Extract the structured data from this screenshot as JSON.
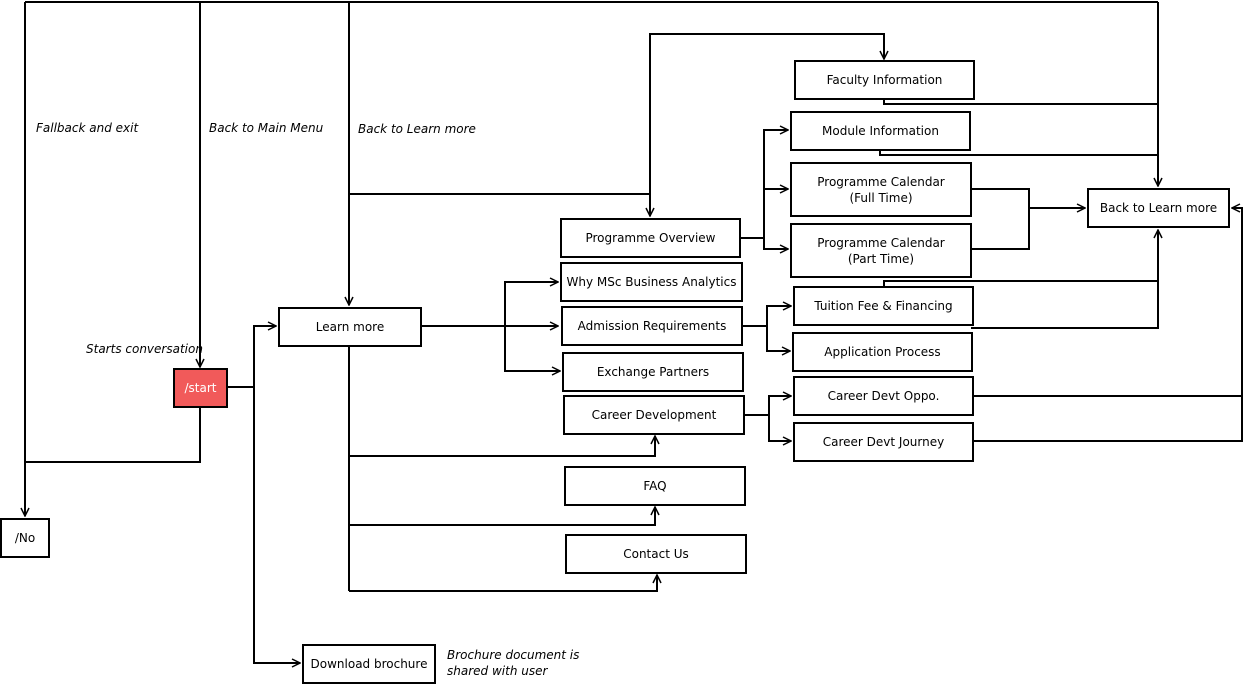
{
  "colors": {
    "start_fill": "#f15a5a",
    "line": "#000000"
  },
  "nodes": {
    "start": "/start",
    "no": "/No",
    "learn_more": "Learn more",
    "download_brochure": "Download brochure",
    "programme_overview": "Programme Overview",
    "why_msc": "Why MSc Business Analytics",
    "admission": "Admission Requirements",
    "exchange": "Exchange Partners",
    "career_dev": "Career Development",
    "faq": "FAQ",
    "contact": "Contact Us",
    "faculty": "Faculty Information",
    "module": "Module Information",
    "cal_full": "Programme Calendar\n(Full Time)",
    "cal_part": "Programme Calendar\n(Part Time)",
    "tuition": "Tuition Fee & Financing",
    "application": "Application Process",
    "career_oppo": "Career Devt Oppo.",
    "career_journey": "Career Devt Journey",
    "back_learn": "Back to Learn more"
  },
  "labels": {
    "fallback": "Fallback and exit",
    "back_main": "Back to Main Menu",
    "back_learn": "Back to Learn more",
    "starts": "Starts conversation",
    "brochure_note_1": "Brochure document is",
    "brochure_note_2": "shared with user"
  }
}
